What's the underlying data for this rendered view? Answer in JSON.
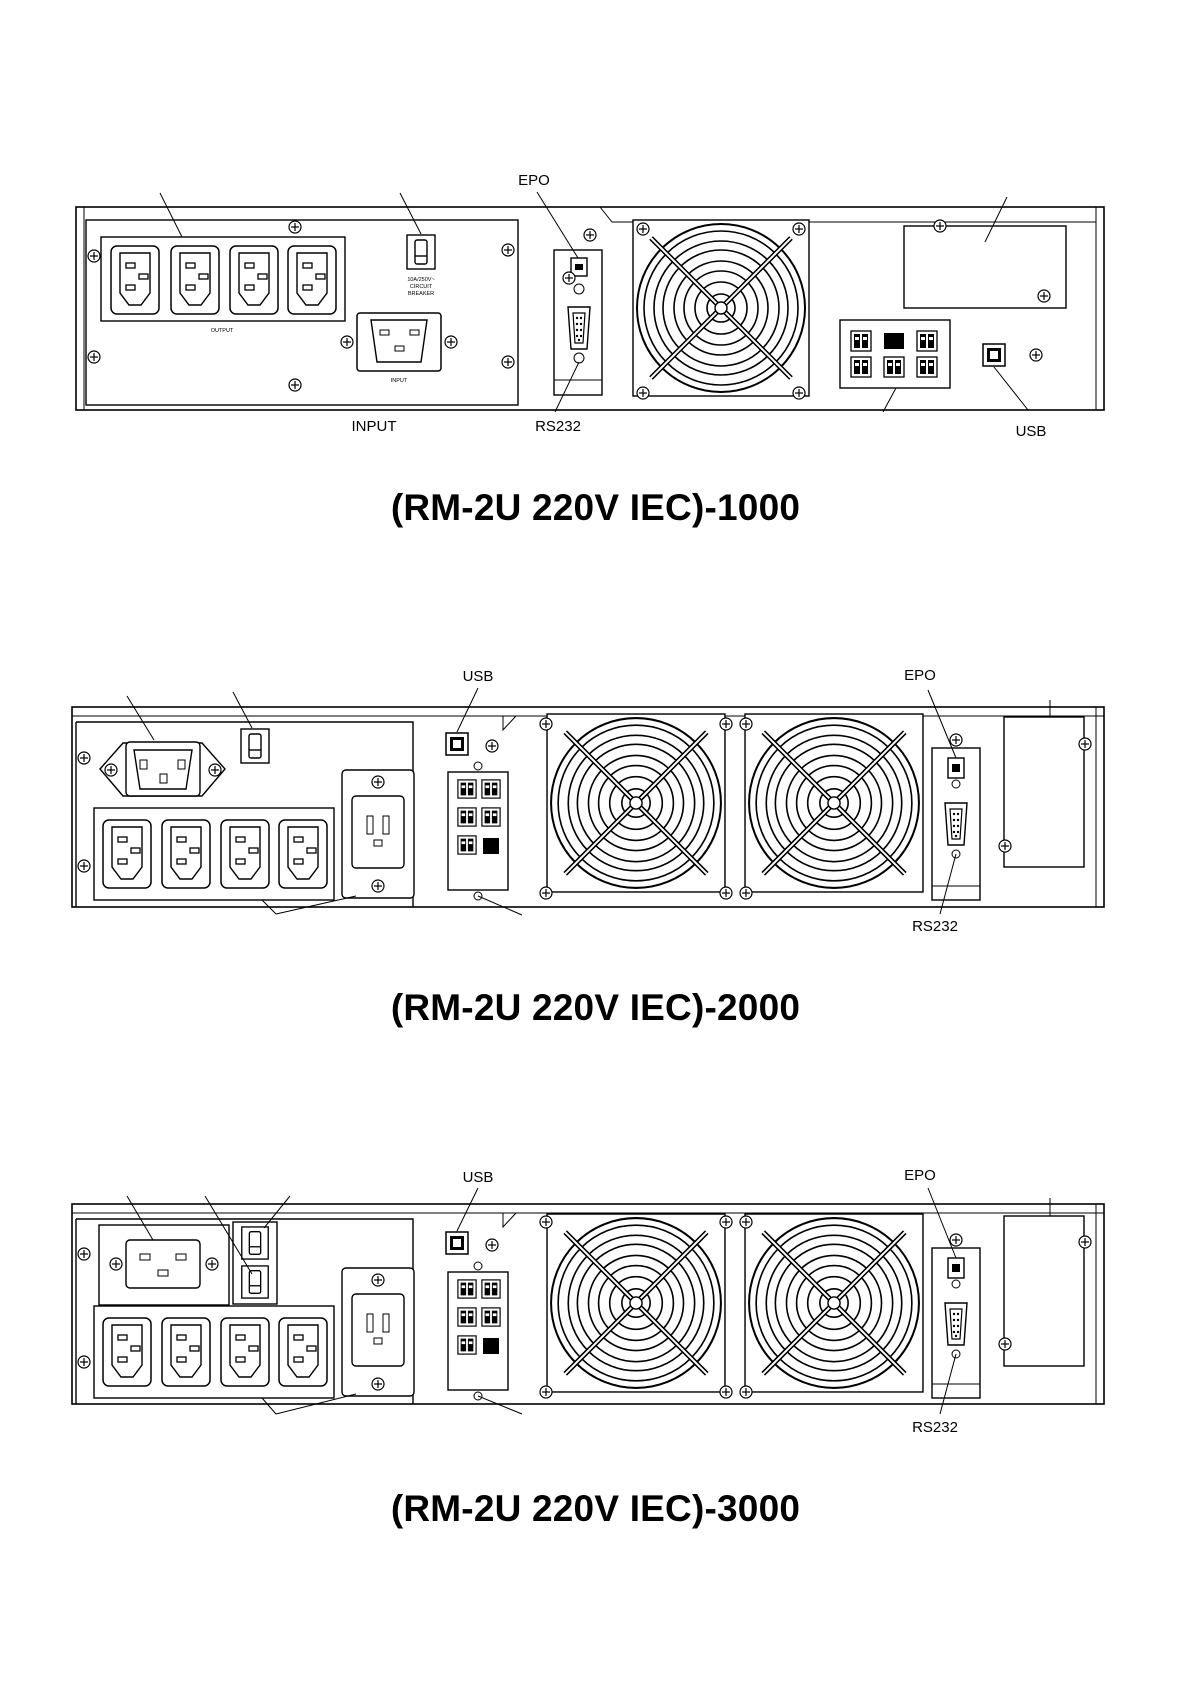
{
  "diagrams": [
    {
      "title": "(RM-2U 220V IEC)-1000",
      "labels": {
        "epo": "EPO",
        "input": "INPUT",
        "rs232": "RS232",
        "usb": "USB",
        "output_small": "OUTPUT",
        "input_small": "INPUT",
        "breaker_line1": "10A/250V~",
        "breaker_line2": "CIRCUIT",
        "breaker_line3": "BREAKER"
      }
    },
    {
      "title": "(RM-2U 220V IEC)-2000",
      "labels": {
        "usb": "USB",
        "epo": "EPO",
        "rs232": "RS232"
      }
    },
    {
      "title": "(RM-2U 220V IEC)-3000",
      "labels": {
        "usb": "USB",
        "epo": "EPO",
        "rs232": "RS232"
      }
    }
  ]
}
